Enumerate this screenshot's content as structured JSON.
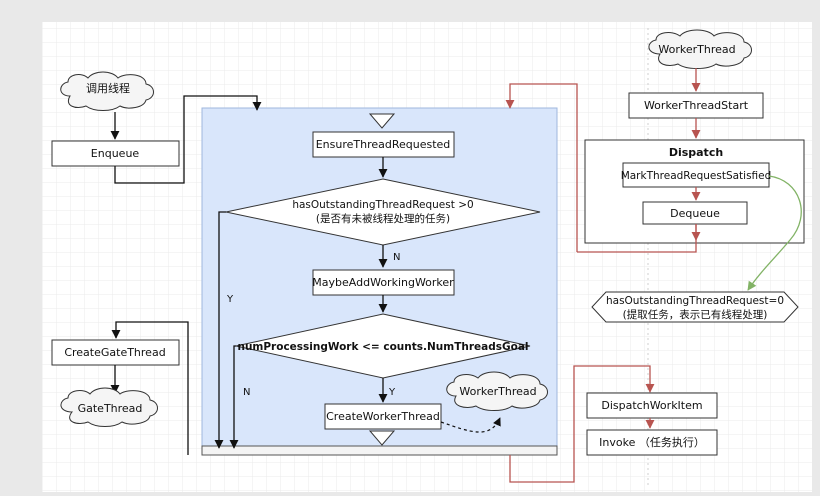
{
  "diagram": {
    "left": {
      "cloud_call_thread": "调用线程",
      "enqueue": "Enqueue",
      "create_gate_thread": "CreateGateThread",
      "cloud_gate_thread": "GateThread"
    },
    "center": {
      "ensure_thread_requested": "EnsureThreadRequested",
      "decision1_line1": "hasOutstandingThreadRequest >0",
      "decision1_line2": "(是否有未被线程处理的任务)",
      "label_n1": "N",
      "label_y1": "Y",
      "maybe_add_working_worker": "MaybeAddWorkingWorker",
      "decision2": "numProcessingWork <= counts.NumThreadsGoal",
      "label_y2": "Y",
      "label_n2": "N",
      "create_worker_thread": "CreateWorkerThread",
      "cloud_worker_thread": "WorkerThread"
    },
    "right": {
      "cloud_worker_thread": "WorkerThread",
      "worker_thread_start": "WorkerThreadStart",
      "dispatch_title": "Dispatch",
      "mark_thread_request_satisfied": "MarkThreadRequestSatisfied",
      "dequeue": "Dequeue",
      "hexagon_line1": "hasOutstandingThreadRequest=0",
      "hexagon_line2": "(提取任务，表示已有线程处理)",
      "dispatch_work_item": "DispatchWorkItem",
      "invoke": "Invoke （任务执行）"
    },
    "colors": {
      "background": "#ffffff",
      "grid": "#ebebeb",
      "panel_fill": "#d9e6fb",
      "panel_stroke": "#9fb7de",
      "red_arrow": "#b85450",
      "green_arrow": "#82b366",
      "black": "#111111"
    }
  }
}
